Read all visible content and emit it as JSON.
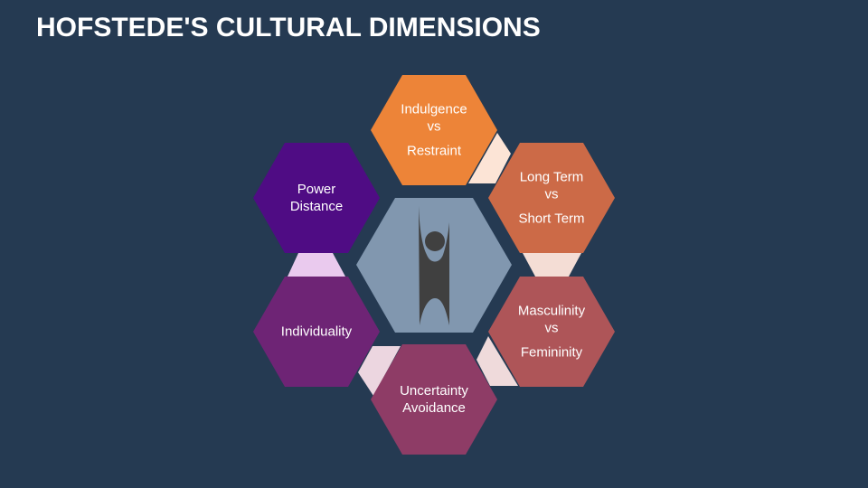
{
  "title": "HOFSTEDE'S CULTURAL DIMENSIONS",
  "dimensions": [
    {
      "line1": "Indulgence",
      "line2": "vs",
      "line3": "Restraint",
      "color": "#ED8438"
    },
    {
      "line1": "Long Term",
      "line2": "vs",
      "line3": "Short Term",
      "color": "#CC6A47"
    },
    {
      "line1": "Masculinity",
      "line2": "vs",
      "line3": "Femininity",
      "color": "#AE5558"
    },
    {
      "line1": "Uncertainty",
      "line2": "Avoidance",
      "color": "#8E3C66"
    },
    {
      "line1": "Individuality",
      "color": "#6E2475"
    },
    {
      "line1": "Power",
      "line2": "Distance",
      "color": "#4F0C84"
    }
  ],
  "center": {
    "icon": "humanist-figure-icon",
    "color": "#8197AF"
  }
}
